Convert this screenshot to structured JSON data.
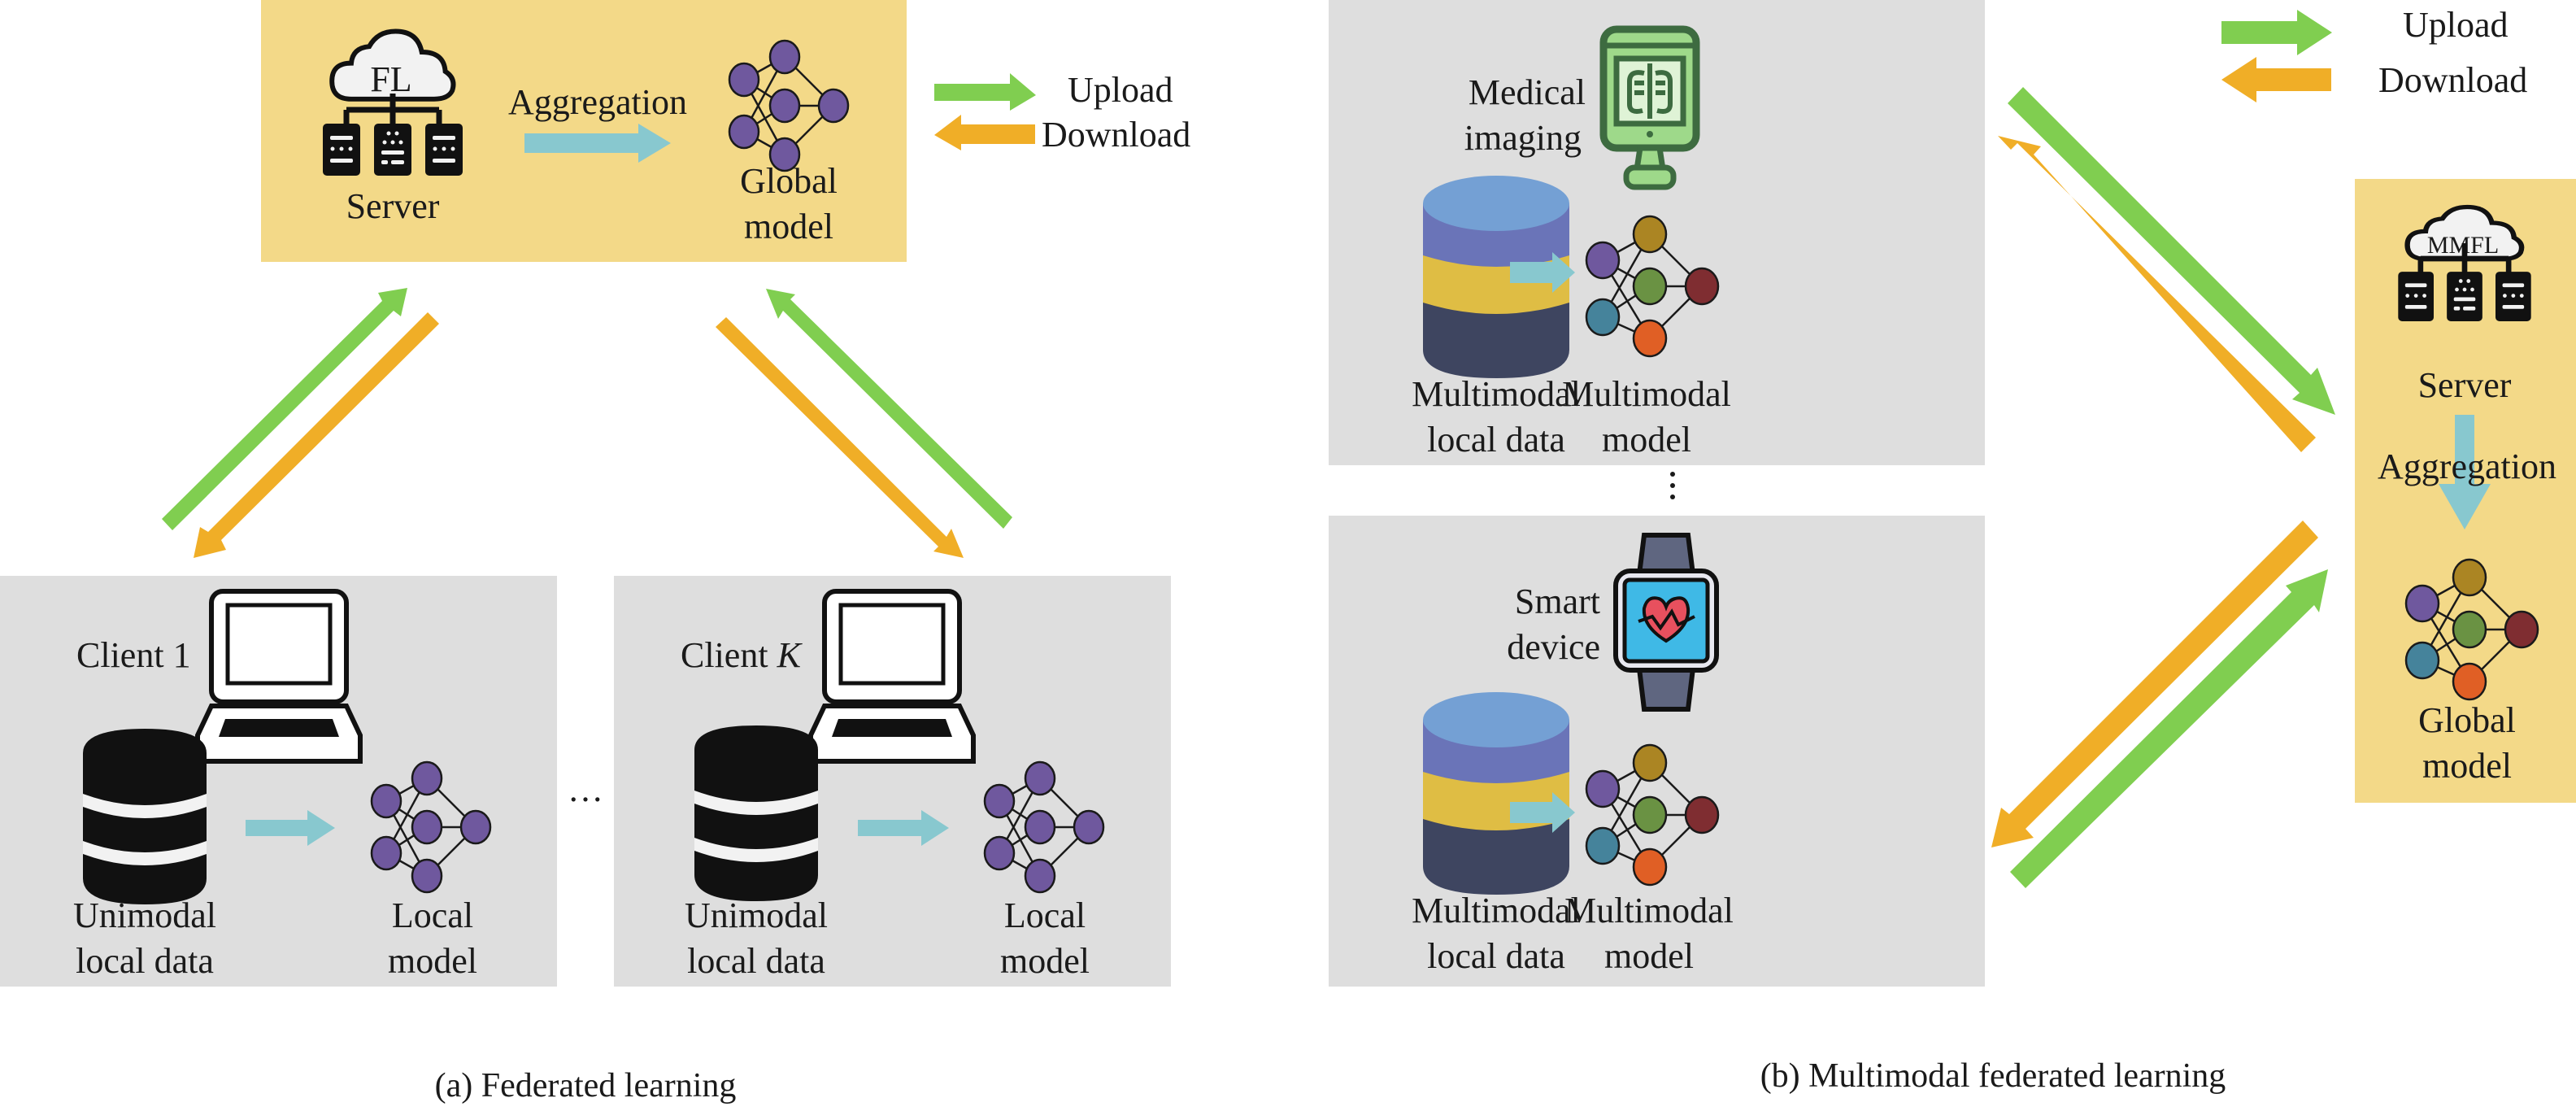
{
  "colors": {
    "server_box": "#f3d988",
    "client_box": "#dedede",
    "upload": "#80ce50",
    "download": "#f0ae27",
    "process_arrow": "#88c8cf",
    "unimodal_node": "#6f589e",
    "db_black": "#111111",
    "mm_nodes": [
      "#6f589e",
      "#45839b",
      "#ab8523",
      "#6a9243",
      "#e05f25",
      "#7f2d31"
    ],
    "db_layers": [
      "#74a0d4",
      "#6a74b8",
      "#dfbd44",
      "#3e4560"
    ]
  },
  "panel_a": {
    "caption": "(a) Federated learning",
    "server": {
      "cloud_text": "FL",
      "label": "Server",
      "aggregation_label": "Aggregation",
      "global_model_label": [
        "Global",
        "model"
      ]
    },
    "legend": {
      "upload": "Upload",
      "download": "Download"
    },
    "clients": [
      {
        "name_prefix": "Client ",
        "name_index": "1",
        "data_label": [
          "Unimodal",
          "local data"
        ],
        "model_label": [
          "Local",
          "model"
        ]
      },
      {
        "name_prefix": "Client ",
        "name_index": "K",
        "data_label": [
          "Unimodal",
          "local data"
        ],
        "model_label": [
          "Local",
          "model"
        ]
      }
    ],
    "ellipsis": "…"
  },
  "panel_b": {
    "caption": "(b) Multimodal federated learning",
    "legend": {
      "upload": "Upload",
      "download": "Download"
    },
    "server": {
      "cloud_text": "MMFL",
      "label": "Server",
      "aggregation_label": "Aggregation",
      "global_model_label": [
        "Global",
        "model"
      ]
    },
    "clients": [
      {
        "device_label": [
          "Medical",
          "imaging"
        ],
        "data_label": [
          "Multimodal",
          "local data"
        ],
        "model_label": [
          "Multimodal",
          "model"
        ]
      },
      {
        "device_label": [
          "Smart",
          "device"
        ],
        "data_label": [
          "Multimodal",
          "local data"
        ],
        "model_label": [
          "Multimodal",
          "model"
        ]
      }
    ],
    "vertical_ellipsis": "⋮"
  }
}
